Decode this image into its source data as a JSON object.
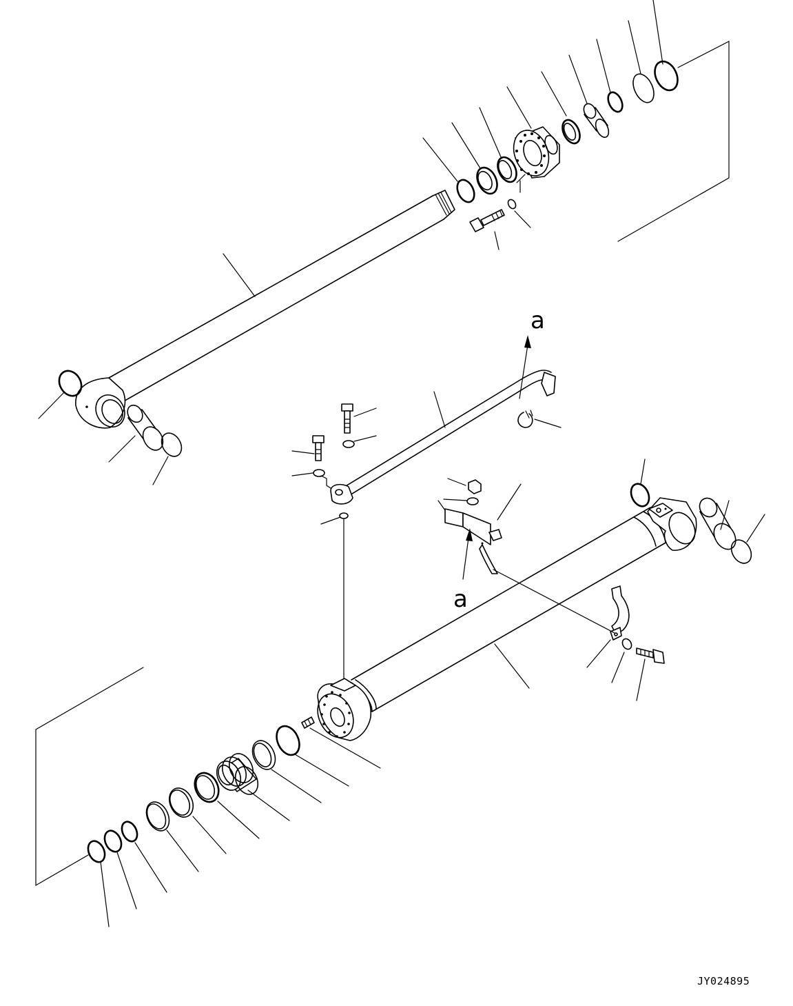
{
  "labels": {
    "ref_top": "a",
    "ref_bottom": "a"
  },
  "drawing_code": "JY024895"
}
